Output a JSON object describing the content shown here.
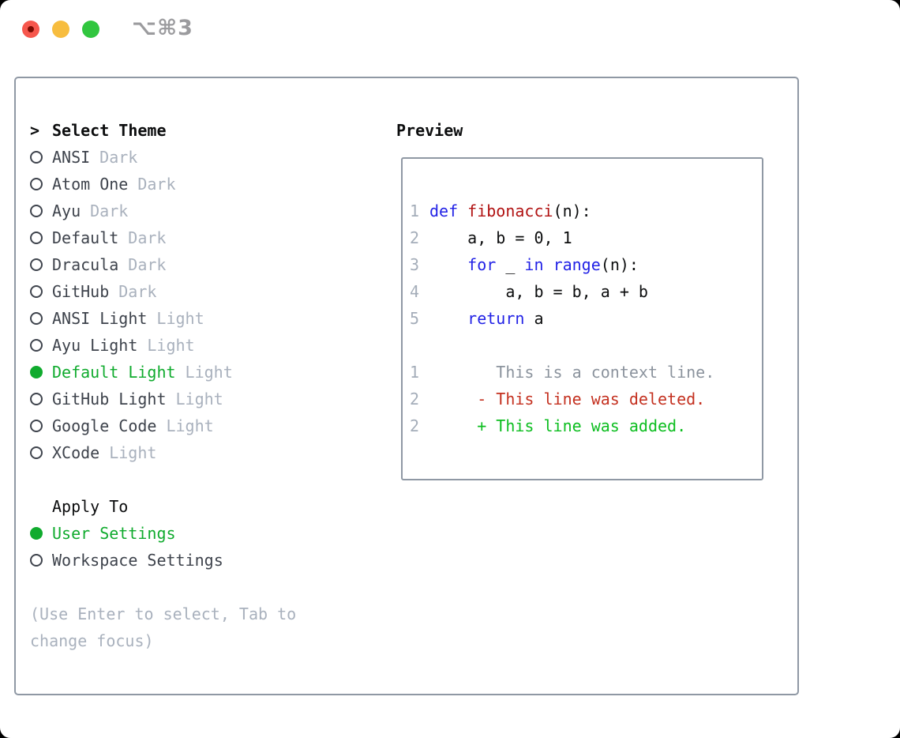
{
  "colors": {
    "accent-green": "#10ab2e",
    "keyword-blue": "#2323e6",
    "function-red": "#b11212",
    "added-green": "#0dbe20",
    "deleted-red": "#c43120",
    "context-gray": "#8b939d",
    "muted-gray": "#a9b1bd",
    "text-dark": "#3e434c",
    "text-black": "#0c0d0e",
    "line-number-gray": "#a4adb9",
    "border-gray": "#8f98a4",
    "title-gray": "#9b9b9e",
    "traffic-red": "#f6574d",
    "traffic-red-dot": "#7c0b02",
    "traffic-yellow": "#f7bd3f",
    "traffic-green": "#31c63f"
  },
  "titlebar": {
    "title": "⌥⌘3"
  },
  "theme_selector": {
    "header_prefix": ">",
    "header": "Select Theme",
    "items": [
      {
        "name": "ANSI",
        "variant": "Dark",
        "selected": false
      },
      {
        "name": "Atom One",
        "variant": "Dark",
        "selected": false
      },
      {
        "name": "Ayu",
        "variant": "Dark",
        "selected": false
      },
      {
        "name": "Default",
        "variant": "Dark",
        "selected": false
      },
      {
        "name": "Dracula",
        "variant": "Dark",
        "selected": false
      },
      {
        "name": "GitHub",
        "variant": "Dark",
        "selected": false
      },
      {
        "name": "ANSI Light",
        "variant": "Light",
        "selected": false
      },
      {
        "name": "Ayu Light",
        "variant": "Light",
        "selected": false
      },
      {
        "name": "Default Light",
        "variant": "Light",
        "selected": true
      },
      {
        "name": "GitHub Light",
        "variant": "Light",
        "selected": false
      },
      {
        "name": "Google Code",
        "variant": "Light",
        "selected": false
      },
      {
        "name": "XCode",
        "variant": "Light",
        "selected": false
      }
    ]
  },
  "apply_to": {
    "header": "Apply To",
    "options": [
      {
        "label": "User Settings",
        "selected": true
      },
      {
        "label": "Workspace Settings",
        "selected": false
      }
    ]
  },
  "hint_lines": [
    "(Use Enter to select, Tab to",
    "change focus)"
  ],
  "preview": {
    "header": "Preview",
    "code_lines": [
      {
        "num": "1",
        "tokens": [
          {
            "t": "def",
            "c": "kw"
          },
          {
            "t": " "
          },
          {
            "t": "fibonacci",
            "c": "fn"
          },
          {
            "t": "(n):"
          }
        ]
      },
      {
        "num": "2",
        "tokens": [
          {
            "t": "    a, b = 0, 1"
          }
        ]
      },
      {
        "num": "3",
        "tokens": [
          {
            "t": "    "
          },
          {
            "t": "for",
            "c": "kw"
          },
          {
            "t": " _ "
          },
          {
            "t": "in",
            "c": "kw"
          },
          {
            "t": " "
          },
          {
            "t": "range",
            "c": "kw"
          },
          {
            "t": "(n):"
          }
        ]
      },
      {
        "num": "4",
        "tokens": [
          {
            "t": "        a, b = b, a + b"
          }
        ]
      },
      {
        "num": "5",
        "tokens": [
          {
            "t": "    "
          },
          {
            "t": "return",
            "c": "kw"
          },
          {
            "t": " a"
          }
        ]
      },
      {
        "num": "",
        "tokens": []
      },
      {
        "num": "1",
        "tokens": [
          {
            "t": "       This is a context line.",
            "c": "ctx"
          }
        ]
      },
      {
        "num": "2",
        "tokens": [
          {
            "t": "     - This line was deleted.",
            "c": "del"
          }
        ]
      },
      {
        "num": "2",
        "tokens": [
          {
            "t": "     + This line was added.",
            "c": "add"
          }
        ]
      }
    ]
  }
}
